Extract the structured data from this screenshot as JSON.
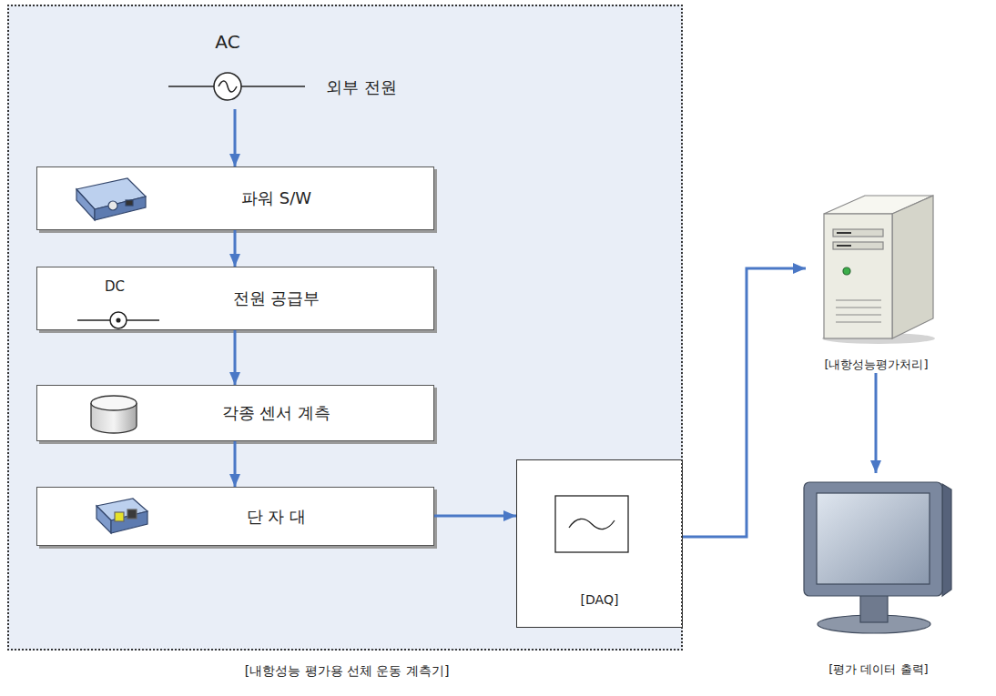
{
  "diagram": {
    "nodes": [
      {
        "text": [
          "[내항성능 평가용 선체 운동 계측기]"
        ]
      },
      {
        "text": [
          "AC",
          "외부 전원"
        ],
        "in": 0
      },
      {
        "text": [
          "파워 S/W"
        ],
        "in": 0
      },
      {
        "text": [
          "DC",
          "전원 공급부"
        ],
        "in": 0
      },
      {
        "text": [
          "각종 센서 계측"
        ],
        "in": 0
      },
      {
        "text": [
          "단 자 대"
        ],
        "in": 0
      },
      {
        "text": [
          "[DAQ]"
        ],
        "in": 0
      },
      {
        "text": [
          "[내항성능평가처리]"
        ]
      },
      {
        "text": [
          "[평가 데이터 출력]"
        ]
      }
    ],
    "edges": [
      {
        "from": 1,
        "to": 2,
        "arrow": "to"
      },
      {
        "from": 2,
        "to": 3,
        "arrow": "to"
      },
      {
        "from": 3,
        "to": 4,
        "arrow": "to"
      },
      {
        "from": 4,
        "to": 5,
        "arrow": "to"
      },
      {
        "from": 5,
        "to": 6,
        "arrow": "to"
      },
      {
        "from": 6,
        "to": 7,
        "arrow": "to"
      },
      {
        "from": 7,
        "to": 8,
        "arrow": "to"
      }
    ]
  }
}
